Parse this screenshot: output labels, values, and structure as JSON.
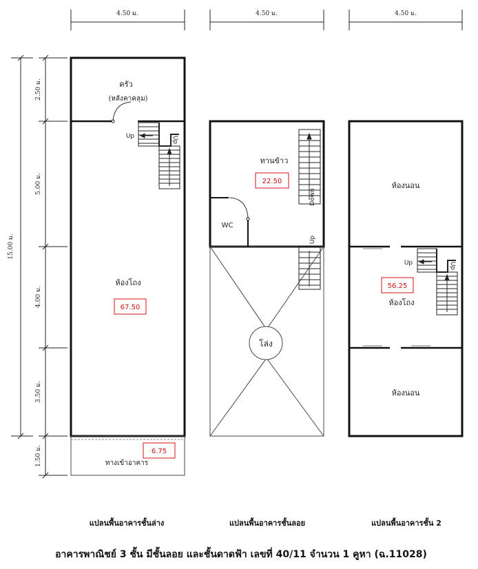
{
  "dimensions": {
    "width_labels": [
      "4.50 ม.",
      "4.50 ม.",
      "4.50 ม."
    ],
    "depth_total": "15.00 ม.",
    "depth_segments": [
      "2.50 ม.",
      "5.00 ม.",
      "4.00 ม.",
      "3.50 ม.",
      "1.50 ม."
    ]
  },
  "ground_floor": {
    "kitchen": "ครัว",
    "kitchen_note": "(หลังคาคลุม)",
    "stair_up_1": "Up",
    "stair_up_2": "Up",
    "hall": "ห้องโถง",
    "hall_area": "67.50",
    "entrance": "ทางเข้าอาคาร",
    "entrance_area": "6.75",
    "caption": "แปลนพื้นอาคารชั้นล่าง"
  },
  "mezzanine": {
    "dining": "ทานข้าว",
    "dining_area": "22.50",
    "stair_down": "Down",
    "wc": "WC",
    "stair_up": "Up",
    "void": "โล่ง",
    "caption": "แปลนพื้นอาคารชั้นลอย"
  },
  "second_floor": {
    "bedroom_front": "ห้องนอน",
    "stair_up_1": "Up",
    "stair_up_2": "Up",
    "hall_area": "56.25",
    "hall": "ห้องโถง",
    "bedroom_back": "ห้องนอน",
    "caption": "แปลนพื้นอาคารชั้น 2"
  },
  "title": "อาคารพาณิชย์ 3 ชั้น มีชั้นลอย และชั้นดาดฟ้า เลขที่ 40/11 จำนวน 1 คูหา (ฉ.11028)"
}
